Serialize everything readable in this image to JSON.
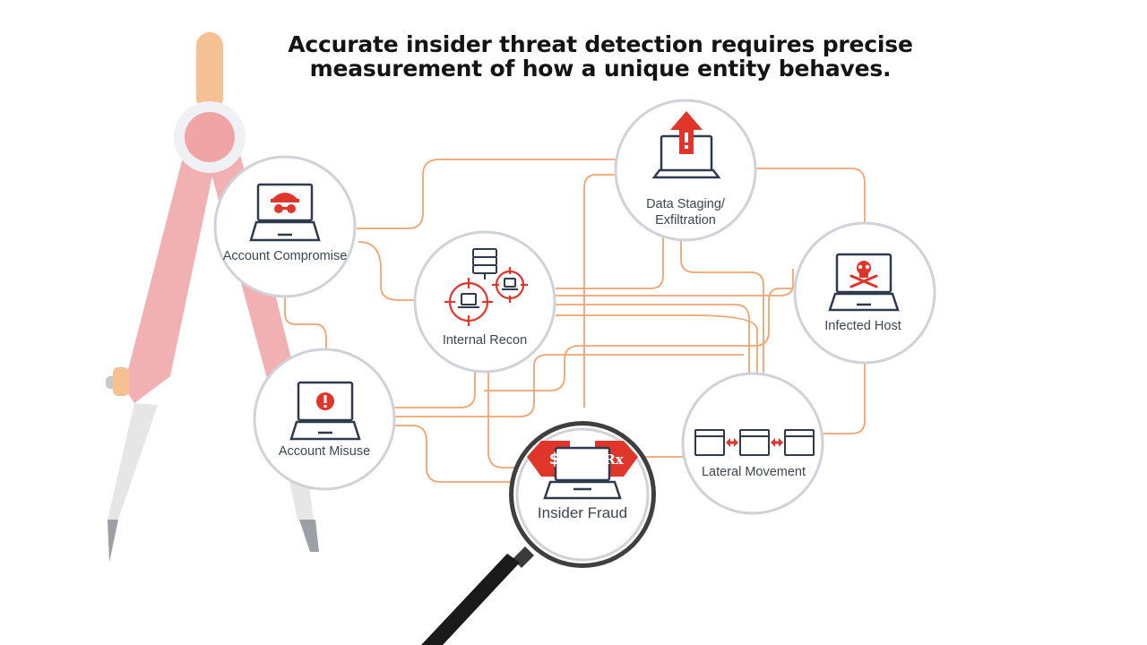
{
  "headline": {
    "line1": "Accurate insider threat detection requires precise",
    "line2": "measurement of how a unique entity behaves."
  },
  "nodes": {
    "account_compromise": "Account Compromise",
    "internal_recon": "Internal Recon",
    "data_staging_line1": "Data Staging/",
    "data_staging_line2": "Exfiltration",
    "infected_host": "Infected Host",
    "account_misuse": "Account Misuse",
    "lateral_movement": "Lateral Movement",
    "insider_fraud": "Insider Fraud"
  },
  "fraud_icons": {
    "dollar": "$",
    "rx": "Rx"
  },
  "colors": {
    "connector": "#f0a470",
    "node_border": "#cfd2d8",
    "icon_outline": "#2f3a4c",
    "alert_red": "#e0352b",
    "compass_pink": "#f2a9aa",
    "compass_peach": "#f5c193"
  }
}
